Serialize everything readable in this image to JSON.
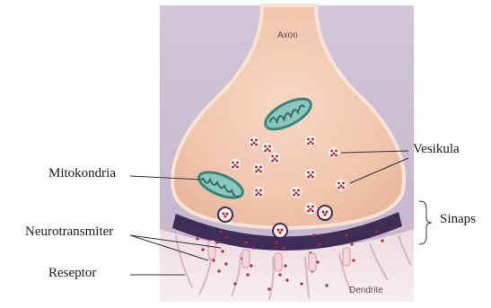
{
  "diagram": {
    "inner_labels": {
      "top": "Axon",
      "bottom": "Dendrite"
    },
    "labels": {
      "mitochondria": "Mitokondria",
      "vesicle": "Vesikula",
      "synapse": "Sinaps",
      "neurotransmitter": "Neurotransmiter",
      "receptor": "Reseptor"
    },
    "colors": {
      "background_panel": "#c9bdd0",
      "axon_fill": "#f3cbb4",
      "axon_rim": "#fae7d9",
      "cleft": "#3f2d57",
      "dendrite_fill": "#f2e0e4",
      "vesicle_dot": "#a8283a",
      "mitochondria": "#4a9d91"
    }
  }
}
